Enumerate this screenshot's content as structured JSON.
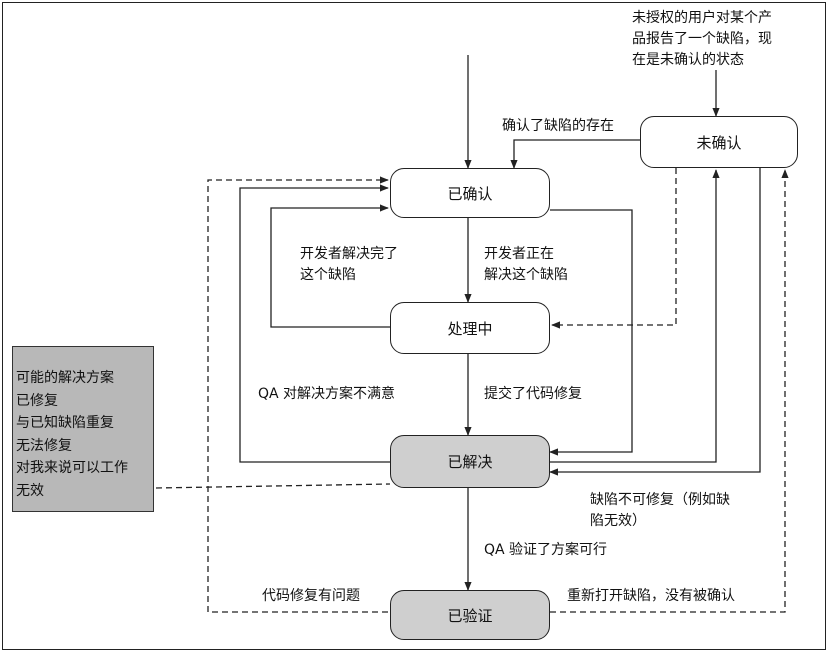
{
  "states": {
    "unconfirmed": "未确认",
    "confirmed": "已确认",
    "in_progress": "处理中",
    "resolved": "已解决",
    "verified": "已验证"
  },
  "notes": {
    "top_right": [
      "未授权的用户对某个产",
      "品报告了一个缺陷，现",
      "在是未确认的状态"
    ]
  },
  "labels": {
    "confirm_exists": "确认了缺陷的存在",
    "dev_done": [
      "开发者解决完了",
      "这个缺陷"
    ],
    "dev_working": [
      "开发者正在",
      "解决这个缺陷"
    ],
    "qa_unsatisfied": "QA 对解决方案不满意",
    "submitted_fix": "提交了代码修复",
    "cannot_fix": [
      "缺陷不可修复（例如缺",
      "陷无效）"
    ],
    "qa_verified": "QA 验证了方案可行",
    "fix_problem": "代码修复有问题",
    "reopen": "重新打开缺陷，没有被确认"
  },
  "legend": {
    "title": "可能的解决方案",
    "items": [
      "已修复",
      "与已知缺陷重复",
      "无法修复",
      "对我来说可以工作",
      "无效"
    ]
  },
  "colors": {
    "line": "#222222",
    "shaded_state": "#cfcfcf",
    "legend_bg": "#b8b8b8"
  }
}
